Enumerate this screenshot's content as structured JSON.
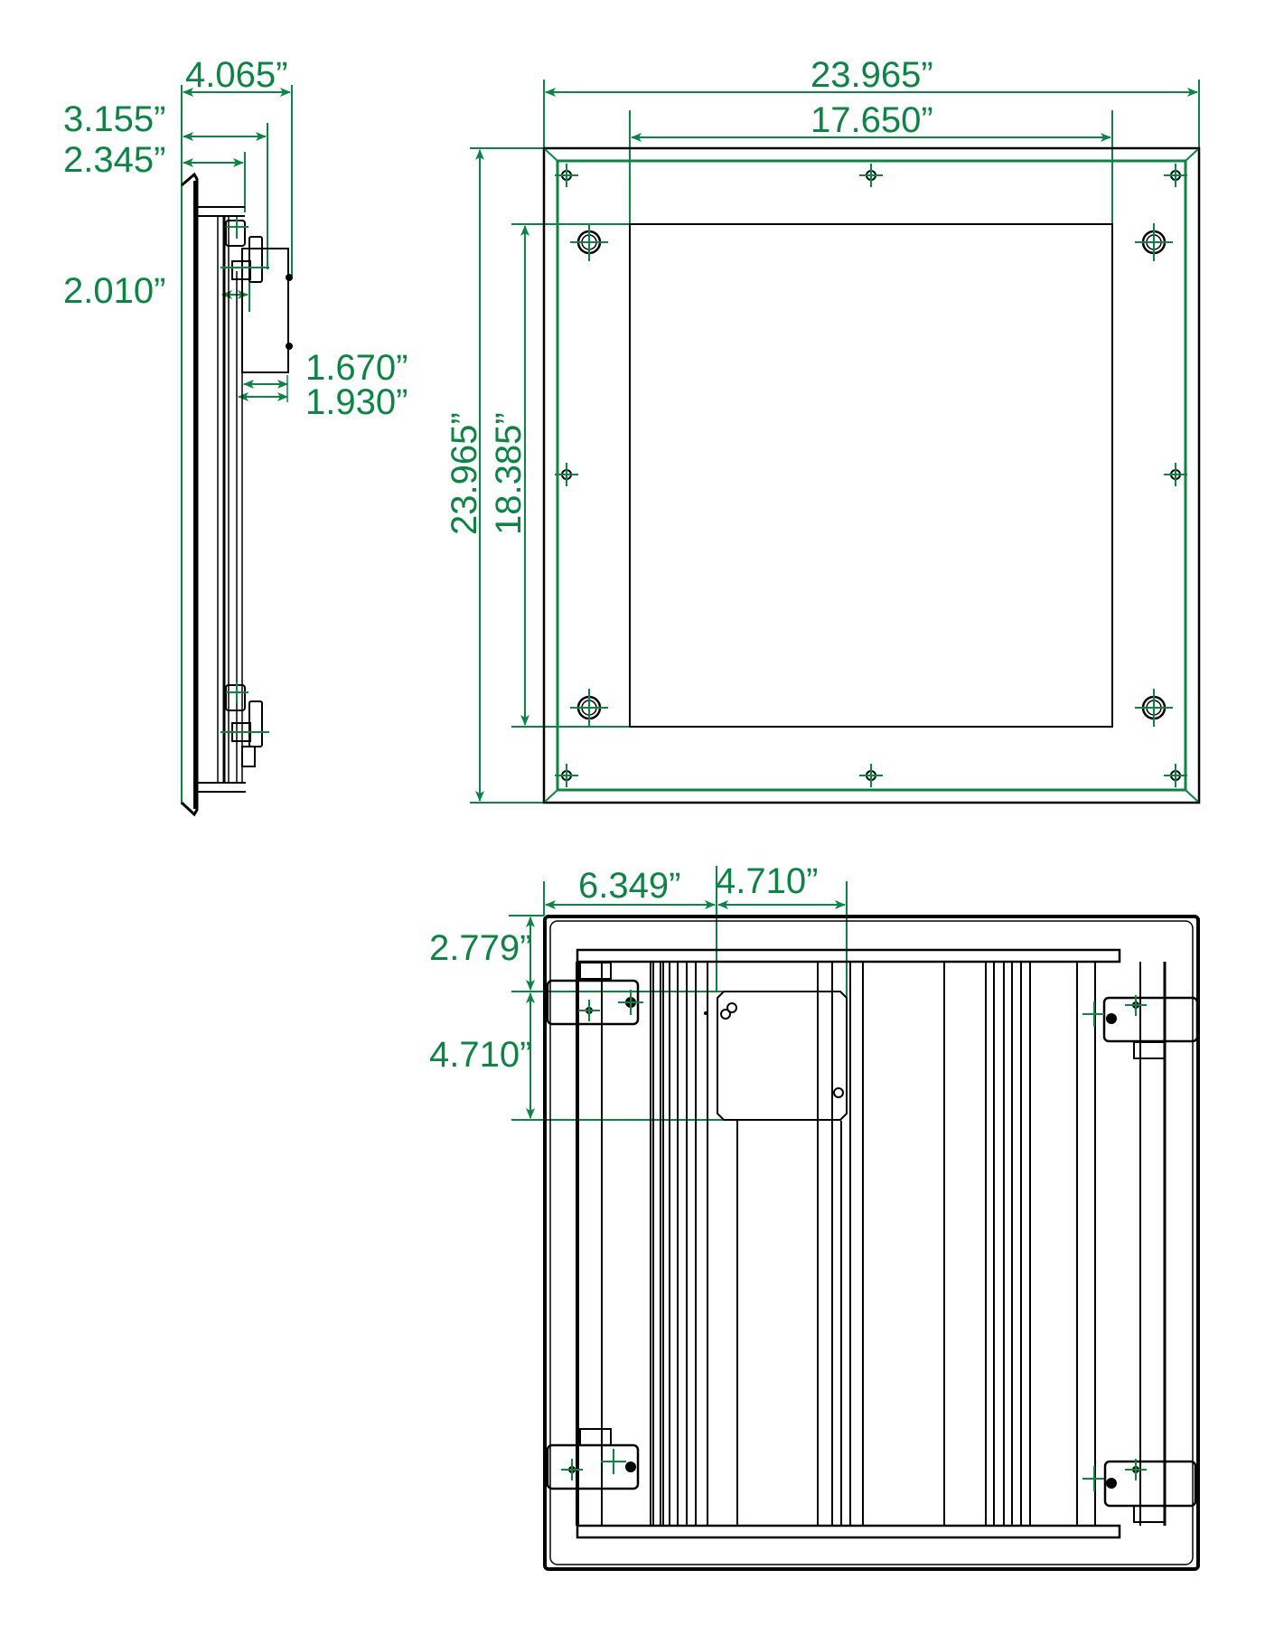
{
  "colors": {
    "dimension_green": "#0a8543",
    "outline_black": "#000000",
    "background": "#ffffff"
  },
  "side_view": {
    "dimensions": {
      "overall_depth": "4.065”",
      "depth_to_box": "3.155”",
      "depth_to_bracket": "2.345”",
      "bracket_offset": "2.010”",
      "box_depth_inner": "1.670”",
      "box_depth_outer": "1.930”"
    }
  },
  "front_view": {
    "dimensions": {
      "overall_width": "23.965”",
      "lens_width": "17.650”",
      "overall_height": "23.965”",
      "lens_height": "18.385”"
    }
  },
  "back_view": {
    "dimensions": {
      "box_offset_x": "6.349”",
      "box_width": "4.710”",
      "box_offset_y": "2.779”",
      "box_height": "4.710”"
    }
  }
}
